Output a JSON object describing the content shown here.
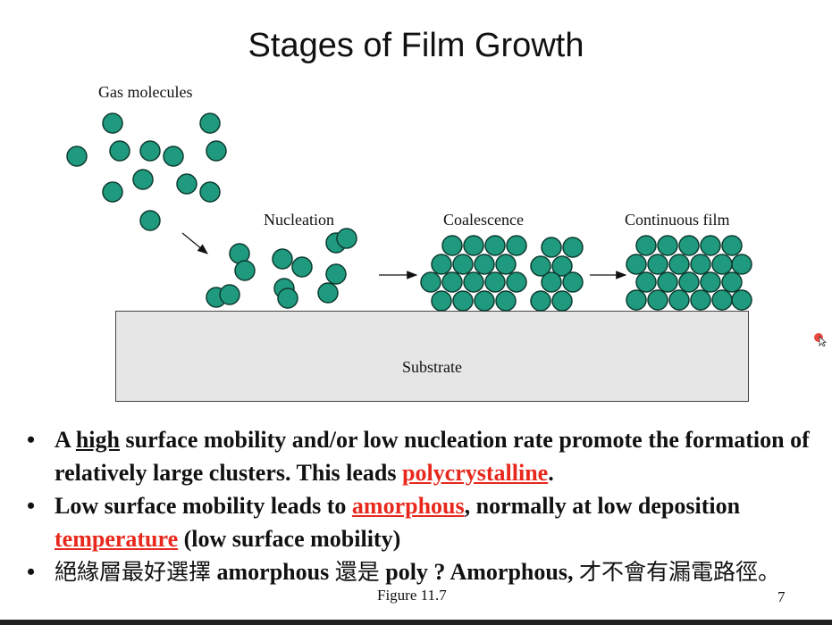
{
  "slide": {
    "title": "Stages of Film Growth",
    "figure_caption": "Figure 11.7",
    "page_number": "7"
  },
  "figure": {
    "labels": {
      "gas": "Gas molecules",
      "nucleation": "Nucleation",
      "coalescence": "Coalescence",
      "continuous": "Continuous film",
      "substrate": "Substrate"
    },
    "particle_color": "#1f9a7e",
    "particle_outline": "#0d3b30",
    "substrate_color": "#e6e6e6"
  },
  "bullets": {
    "b1": {
      "p1": "A ",
      "u1": "high",
      "p2": " surface mobility and/or low nucleation rate promote the formation of relatively large clusters. This leads ",
      "r1": "polycrystalline",
      "p3": "."
    },
    "b2": {
      "p1": "Low surface mobility leads to ",
      "r1": "amorphous",
      "p2": ", normally at low deposition ",
      "r2": "temperature",
      "p3": " (low surface mobility)"
    },
    "b3": {
      "c1": "絕緣層最好選擇",
      "p1": " amorphous ",
      "c2": "還是",
      "p2": " poly ?  Amorphous, ",
      "c3": "才不會有漏電路徑。"
    }
  },
  "accent_color": "#e8281c"
}
